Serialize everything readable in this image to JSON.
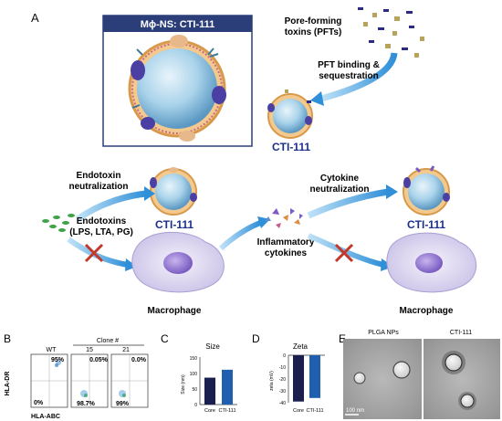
{
  "panel_a": {
    "panel_label": "A",
    "box_title": "Mϕ-NS: CTI-111",
    "pft_label_1": "Pore-forming",
    "pft_label_2": "toxins (PFTs)",
    "pft_binding_1": "PFT binding &",
    "pft_binding_2": "sequestration",
    "cti_label": "CTI-111",
    "endotoxin_neut_1": "Endotoxin",
    "endotoxin_neut_2": "neutralization",
    "endotoxins_1": "Endotoxins",
    "endotoxins_2": "(LPS, LTA, PG)",
    "macrophage_label": "Macrophage",
    "inflammatory_1": "Inflammatory",
    "inflammatory_2": "cytokines",
    "cytokine_neut_1": "Cytokine",
    "cytokine_neut_2": "neutralization"
  },
  "panel_b": {
    "panel_label": "B",
    "wt_label": "WT",
    "clone_label": "Clone #",
    "clone_15": "15",
    "clone_21": "21",
    "y_axis": "HLA-DR",
    "x_axis": "HLA-ABC",
    "wt_top": "95%",
    "wt_bottom": "0%",
    "c15_top": "0.05%",
    "c15_bottom": "98.7%",
    "c21_top": "0.0%",
    "c21_bottom": "99%"
  },
  "panel_c": {
    "panel_label": "C",
    "title": "Size",
    "ylabel": "Size (nm)",
    "ticks": [
      "150",
      "100",
      "50",
      "0"
    ]
  },
  "panel_d": {
    "panel_label": "D",
    "title": "Zeta",
    "ylabel": "zeta (mV)",
    "ticks": [
      "0",
      "-10",
      "-20",
      "-30",
      "-40"
    ]
  },
  "panel_e": {
    "panel_label": "E",
    "left_title": "PLGA NPs",
    "right_title": "CTI-111",
    "scale_bar": "100 nm"
  },
  "chart_data": [
    {
      "type": "bar",
      "title": "Size",
      "ylabel": "Size (nm)",
      "categories": [
        "Core",
        "CTI-111"
      ],
      "values": [
        85,
        110
      ],
      "ylim": [
        0,
        150
      ],
      "colors": [
        "#1b1f4d",
        "#1f5fb0"
      ]
    },
    {
      "type": "bar",
      "title": "Zeta",
      "ylabel": "zeta (mV)",
      "categories": [
        "Core",
        "CTI-111"
      ],
      "values": [
        -39,
        -36
      ],
      "ylim": [
        -40,
        0
      ],
      "colors": [
        "#1b1f4d",
        "#1f5fb0"
      ]
    }
  ]
}
